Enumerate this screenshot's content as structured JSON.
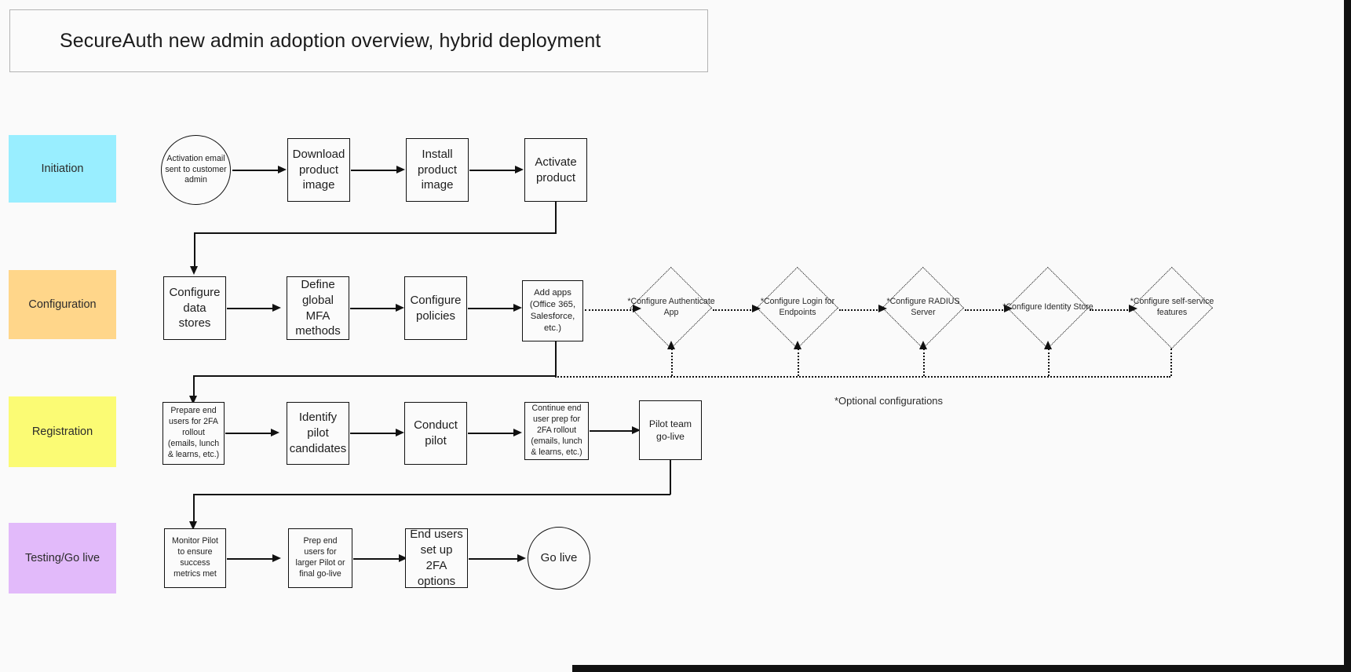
{
  "diagram": {
    "title": "SecureAuth new admin adoption overview, hybrid deployment",
    "optional_note": "*Optional configurations",
    "colors": {
      "lane_initiation": "#99eeff",
      "lane_configuration": "#ffd68a",
      "lane_registration": "#fbfb74",
      "lane_testing": "#e2bafa",
      "node_border": "#111111",
      "node_fill": "#fbfbfb",
      "canvas": "#fafafa"
    }
  },
  "lanes": [
    {
      "label": "Initiation"
    },
    {
      "label": "Configuration"
    },
    {
      "label": "Registration"
    },
    {
      "label": "Testing/Go live"
    }
  ],
  "initiation": {
    "nodes": [
      {
        "id": "activation-email",
        "shape": "circle",
        "label": "Activation email sent to customer  admin"
      },
      {
        "id": "download-product-image",
        "shape": "rect",
        "label": "Download product image"
      },
      {
        "id": "install-product-image",
        "shape": "rect",
        "label": "Install product image"
      },
      {
        "id": "activate-product",
        "shape": "rect",
        "label": "Activate product"
      }
    ]
  },
  "configuration": {
    "nodes": [
      {
        "id": "configure-data-stores",
        "shape": "rect",
        "label": "Configure data stores"
      },
      {
        "id": "define-global-mfa-methods",
        "shape": "rect",
        "label": "Define global MFA methods"
      },
      {
        "id": "configure-policies",
        "shape": "rect",
        "label": "Configure policies"
      },
      {
        "id": "add-apps",
        "shape": "rect",
        "label": "Add apps (Office 365, Salesforce, etc.)"
      }
    ],
    "optional_nodes": [
      {
        "id": "configure-authenticate-app",
        "shape": "diamond",
        "label": "*Configure Authenticate App"
      },
      {
        "id": "configure-login-for-endpoints",
        "shape": "diamond",
        "label": "*Configure Login for Endpoints"
      },
      {
        "id": "configure-radius-server",
        "shape": "diamond",
        "label": "*Configure RADIUS Server"
      },
      {
        "id": "configure-identity-store",
        "shape": "diamond",
        "label": "*Configure Identity Store"
      },
      {
        "id": "configure-self-service-features",
        "shape": "diamond",
        "label": "*Configure self-service features"
      }
    ]
  },
  "registration": {
    "nodes": [
      {
        "id": "prepare-end-users-2fa",
        "shape": "rect",
        "label": "Prepare end users for 2FA rollout (emails, lunch & learns, etc.)"
      },
      {
        "id": "identify-pilot-candidates",
        "shape": "rect",
        "label": "Identify pilot candidates"
      },
      {
        "id": "conduct-pilot",
        "shape": "rect",
        "label": "Conduct pilot"
      },
      {
        "id": "continue-end-user-prep",
        "shape": "rect",
        "label": "Continue end user prep for 2FA rollout (emails, lunch & learns, etc.)"
      },
      {
        "id": "pilot-team-go-live",
        "shape": "rect",
        "label": "Pilot team go-live"
      }
    ]
  },
  "testing": {
    "nodes": [
      {
        "id": "monitor-pilot",
        "shape": "rect",
        "label": "Monitor Pilot to ensure success metrics met"
      },
      {
        "id": "prep-end-users-larger-pilot",
        "shape": "rect",
        "label": "Prep end users for larger Pilot or final go-live"
      },
      {
        "id": "end-users-set-up-2fa",
        "shape": "rect",
        "label": "End users set up 2FA options"
      },
      {
        "id": "go-live",
        "shape": "circle",
        "label": "Go live"
      }
    ]
  }
}
